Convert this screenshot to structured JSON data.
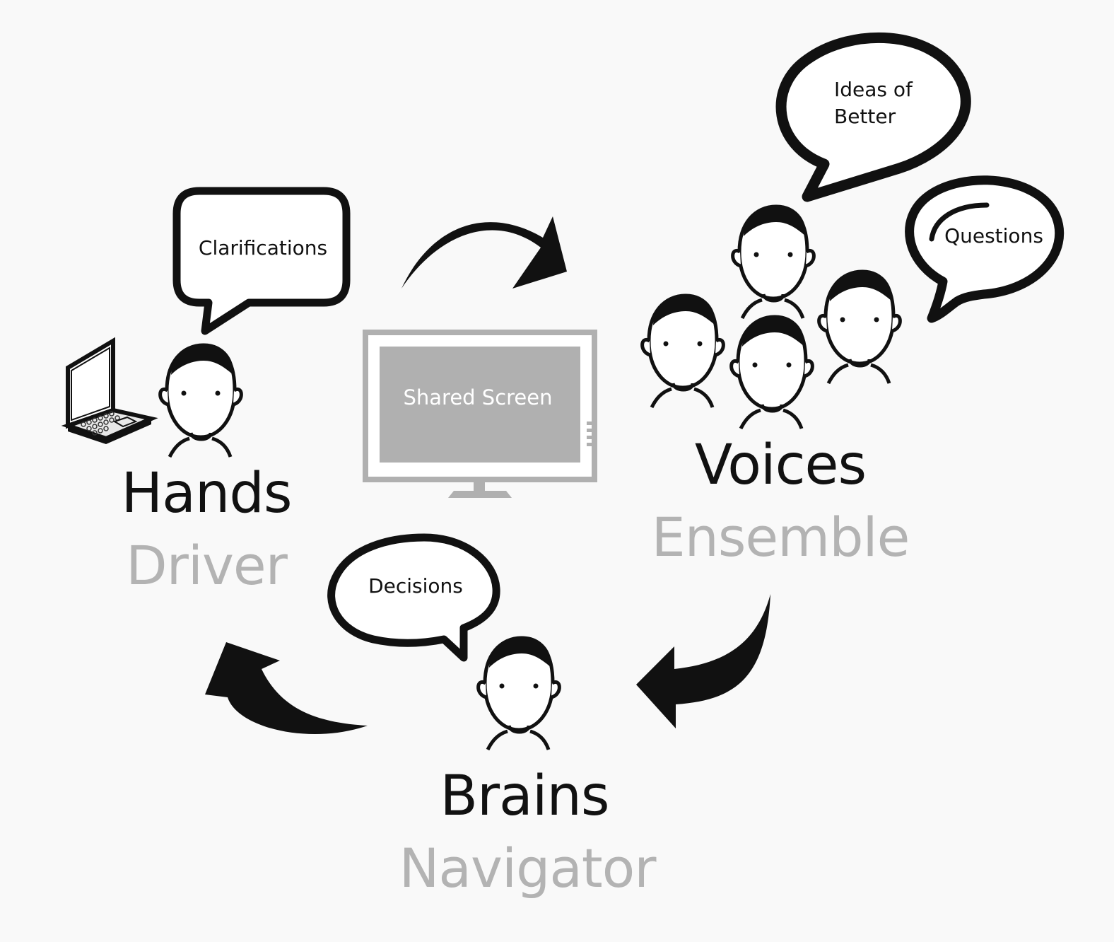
{
  "colors": {
    "background": "#f9f9f9",
    "ink": "#111111",
    "role_subtitle": "#b3b3b3",
    "screen": "#b0b0b0",
    "screen_text": "#ffffff"
  },
  "screen": {
    "label": "Shared Screen",
    "icon": "monitor-icon"
  },
  "roles": {
    "hands": {
      "title": "Hands",
      "subtitle": "Driver"
    },
    "voices": {
      "title": "Voices",
      "subtitle": "Ensemble"
    },
    "brains": {
      "title": "Brains",
      "subtitle": "Navigator"
    }
  },
  "bubbles": {
    "clarifications": "Clarifications",
    "ideas_line1": "Ideas of",
    "ideas_line2": "Better",
    "questions": "Questions",
    "decisions": "Decisions"
  },
  "icons": [
    "laptop-icon",
    "person-icon",
    "curved-arrow-icon",
    "speech-bubble-icon"
  ]
}
